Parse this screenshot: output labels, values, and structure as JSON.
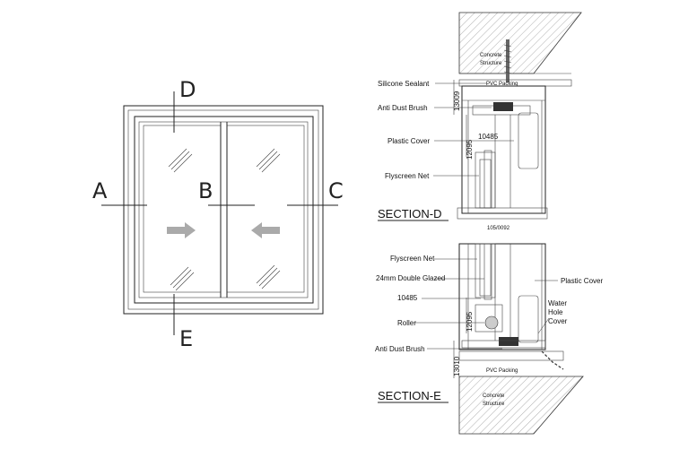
{
  "elevation": {
    "labels": {
      "a": "A",
      "b": "B",
      "c": "C",
      "d": "D",
      "e": "E"
    }
  },
  "section_d": {
    "title": "SECTION-D",
    "concrete": [
      "Concrete",
      "Structure"
    ],
    "packing": "PVC Packing",
    "dim_total": "13009",
    "dim_inner": "12095",
    "profile": "10485",
    "bottom_code": "105/0092",
    "callouts": {
      "silicone": "Silicone Sealant",
      "brush": "Anti Dust Brush",
      "cover": "Plastic Cover",
      "net": "Flyscreen Net"
    }
  },
  "section_e": {
    "title": "SECTION-E",
    "concrete": [
      "Concrete",
      "Structure"
    ],
    "packing": "PVC Packing",
    "dim_total": "13010",
    "dim_inner": "12095",
    "callouts": {
      "net": "Flyscreen Net",
      "glazed": "24mm Double Glazed",
      "profile": "10485",
      "roller": "Roller",
      "brush": "Anti Dust Brush",
      "cover": "Plastic Cover",
      "water": [
        "Water",
        "Hole",
        "Cover"
      ]
    }
  }
}
